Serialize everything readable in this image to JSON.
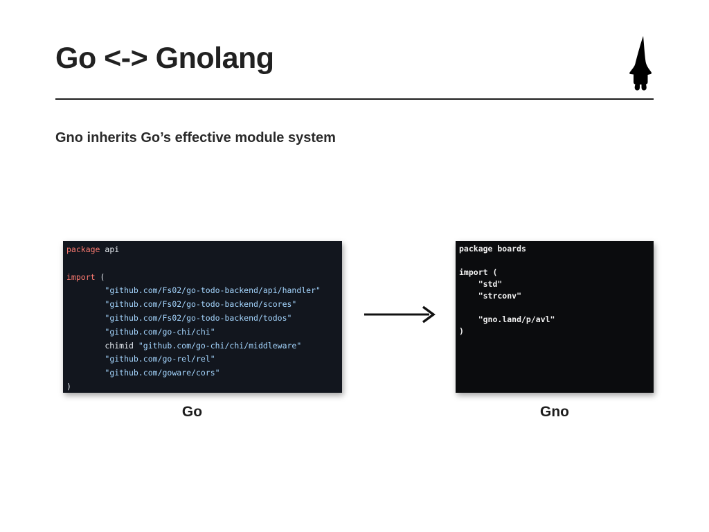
{
  "header": {
    "title": "Go <-> Gnolang",
    "subtitle": "Gno inherits Go’s effective module system",
    "logo_icon": "gnome-silhouette"
  },
  "arrow_icon": "right-arrow",
  "colors": {
    "title_text": "#212121",
    "keyword": "#ff7b72",
    "string": "#a5d6ff",
    "left_code_bg": "#12161e",
    "left_code_text": "#e8edf3",
    "right_code_bg": "#0b0c0e",
    "right_code_text": "#f2f2f2",
    "arrow": "#111111"
  },
  "panels": {
    "left": {
      "label": "Go",
      "language": "go",
      "code": [
        {
          "tokens": [
            {
              "type": "kw",
              "text": "package"
            },
            {
              "type": "pln",
              "text": " api"
            }
          ]
        },
        {
          "tokens": []
        },
        {
          "tokens": [
            {
              "type": "kw",
              "text": "import"
            },
            {
              "type": "pln",
              "text": " ("
            }
          ]
        },
        {
          "tokens": [
            {
              "type": "pln",
              "text": "        "
            },
            {
              "type": "str",
              "text": "\"github.com/Fs02/go-todo-backend/api/handler\""
            }
          ]
        },
        {
          "tokens": [
            {
              "type": "pln",
              "text": "        "
            },
            {
              "type": "str",
              "text": "\"github.com/Fs02/go-todo-backend/scores\""
            }
          ]
        },
        {
          "tokens": [
            {
              "type": "pln",
              "text": "        "
            },
            {
              "type": "str",
              "text": "\"github.com/Fs02/go-todo-backend/todos\""
            }
          ]
        },
        {
          "tokens": [
            {
              "type": "pln",
              "text": "        "
            },
            {
              "type": "str",
              "text": "\"github.com/go-chi/chi\""
            }
          ]
        },
        {
          "tokens": [
            {
              "type": "pln",
              "text": "        chimid "
            },
            {
              "type": "str",
              "text": "\"github.com/go-chi/chi/middleware\""
            }
          ]
        },
        {
          "tokens": [
            {
              "type": "pln",
              "text": "        "
            },
            {
              "type": "str",
              "text": "\"github.com/go-rel/rel\""
            }
          ]
        },
        {
          "tokens": [
            {
              "type": "pln",
              "text": "        "
            },
            {
              "type": "str",
              "text": "\"github.com/goware/cors\""
            }
          ]
        },
        {
          "tokens": [
            {
              "type": "pln",
              "text": ")"
            }
          ]
        }
      ]
    },
    "right": {
      "label": "Gno",
      "language": "gno",
      "code": [
        {
          "tokens": [
            {
              "type": "pln",
              "text": "package boards"
            }
          ]
        },
        {
          "tokens": []
        },
        {
          "tokens": [
            {
              "type": "pln",
              "text": "import ("
            }
          ]
        },
        {
          "tokens": [
            {
              "type": "pln",
              "text": "    \"std\""
            }
          ]
        },
        {
          "tokens": [
            {
              "type": "pln",
              "text": "    \"strconv\""
            }
          ]
        },
        {
          "tokens": []
        },
        {
          "tokens": [
            {
              "type": "pln",
              "text": "    \"gno.land/p/avl\""
            }
          ]
        },
        {
          "tokens": [
            {
              "type": "pln",
              "text": ")"
            }
          ]
        }
      ]
    }
  }
}
